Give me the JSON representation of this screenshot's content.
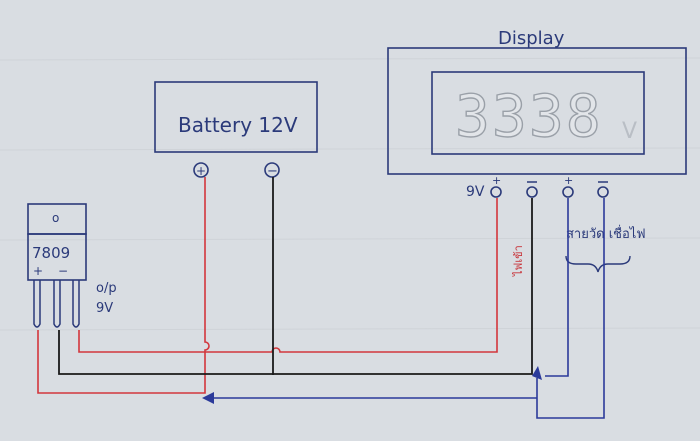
{
  "battery": {
    "label": "Battery 12V",
    "plus_symbol": "+",
    "minus_symbol": "−"
  },
  "display": {
    "title": "Display",
    "digits": "3338",
    "unit": "V"
  },
  "regulator": {
    "label": "7809",
    "pin_plus": "+",
    "pin_minus": "−",
    "tab_hole": "o",
    "output_label": "o/p",
    "output_value": "9V"
  },
  "display_terminals": {
    "voltage_label": "9V",
    "plus_marks": [
      "+",
      "+"
    ],
    "input_label": "ไฟเข้า",
    "measure_label": "สายวัด เชื่อไฟ"
  },
  "colors": {
    "red_wire": "#d2363c",
    "black_wire": "#1a1a1a",
    "blue_wire": "#2b3a9a",
    "ink": "#2b3a7a",
    "paper": "#d9dde2"
  }
}
